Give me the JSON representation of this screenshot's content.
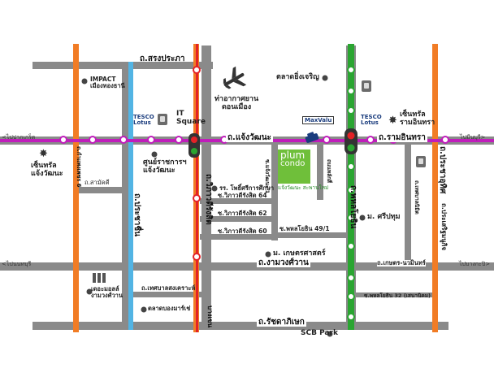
{
  "roads": {
    "songprapa": "ถ.สรงประภา",
    "chaengwattana": "ถ.แจ้งวัฒนะ",
    "ramintra": "ถ.รามอินทรา",
    "vibhavadi": "ถ.วิภาวดีรังสิต",
    "phaholyothin": "ถ.พหลโยธิน",
    "prachautit": "ถ.ประชาอุทิศ",
    "prachachuen": "ถ.ประชาชื่น",
    "ngamwongwan": "ถ.งามวงศ์วาน",
    "ratchadaphisek": "ถ.รัชดาภิเษก",
    "songprapa_branch": "ถ.สามัคคี",
    "kaset_nawamin": "ถ.เกษตร-นวมินทร์",
    "prasert_manukit": "ถ.ประเสริฐมนูกิจ",
    "tesaban_songkhro": "ถ.เทศบาลสงเคราะห์",
    "kamphaeng_phet": "ถ.กำแพงเพชร 6",
    "lak_si_local": "ถนนหลักสี่",
    "tesaban_nimit": "ถ.เทศบาลนิมิต"
  },
  "sois": {
    "vibhavadi64": "ซ.วิภาวดีรังสิต 64",
    "vibhavadi62": "ซ.วิภาวดีรังสิต 62",
    "vibhavadi60": "ซ.วิภาวดีรังสิต 60",
    "phahol49": "ซ.พหลโยธิน 49/1",
    "phahol32": "ซ.พหลโยธิน 32 (เสนานิคม)",
    "chaeng1": "ซ.แจ้งวัฒนะ 1",
    "ngamwong_side": "ถ.งามวงศ์วาน"
  },
  "poi": {
    "impact": "IMPACT\nเมืองทองธานี",
    "central_cw": "เซ็นทรัล\nแจ้งวัฒนะ",
    "govt_center": "ศูนย์ราชการฯ\nแจ้งวัฒนะ",
    "tesco_left": "TESCO\nLotus",
    "it_square": "IT\nSquare",
    "airport": "ท่าอากาศยาน\nดอนเมือง",
    "yingcharoen": "ตลาดยิ่งเจริญ",
    "maxvalu": "MaxValu",
    "tesco_right": "TESCO\nLotus",
    "central_ram": "เซ็นทรัล\nรามอินทรา",
    "plum_line1": "plum",
    "plum_line2": "condo",
    "plum_caption": "แจ้งวัฒนะ สะพานใหม่",
    "school": "รร. โพธิ์ศรีการศึกษา",
    "sripatum": "ม. ศรีปทุม",
    "kasetsart": "ม. เกษตรศาสตร์",
    "the_mall": "เดอะมอลล์\nงามวงศ์วาน",
    "bangkhen_market": "ตลาดบองมาร์เช่",
    "scb_park": "SCB Park",
    "bangkhen": "บางเขน"
  },
  "edges": {
    "left_top": "<ไปปากเกร็ด",
    "right_top": "ไปมีนบุรี>",
    "left_bottom": "<ไปนนทบุรี",
    "right_bottom": "ไปบางกะปิ>"
  },
  "colors": {
    "road_gray": "#8a8a8a",
    "purple_line": "#c01dbb",
    "green_line": "#2aa531",
    "red_line": "#e32227",
    "blue_line": "#52b4e4",
    "orange_line": "#f17c25",
    "plum_green": "#6fbf3a",
    "signal_body": "#333333"
  }
}
